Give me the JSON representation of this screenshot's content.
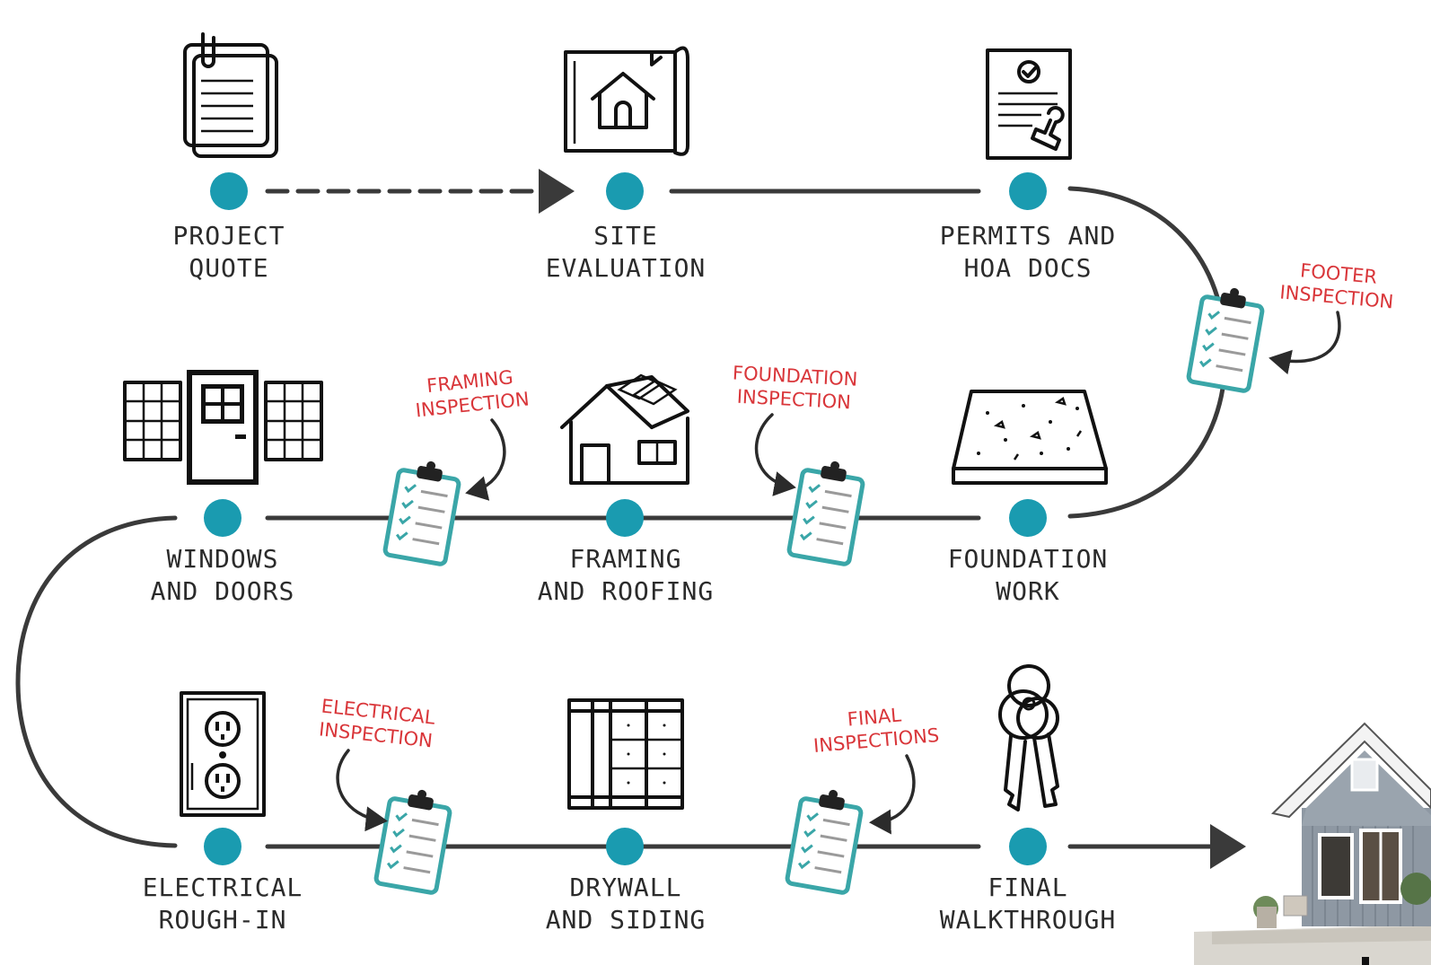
{
  "colors": {
    "node": "#1a9bb0",
    "path": "#3a3a3a",
    "inspection_text": "#d9363a",
    "clipboard_outline": "#3aa6a8"
  },
  "steps": [
    {
      "line1": "PROJECT",
      "line2": "QUOTE",
      "icon": "document-stack-icon"
    },
    {
      "line1": "SITE",
      "line2": "EVALUATION",
      "icon": "blueprint-house-icon"
    },
    {
      "line1": "PERMITS AND",
      "line2": "HOA DOCS",
      "icon": "permit-stamp-icon"
    },
    {
      "line1": "WINDOWS",
      "line2": "AND DOORS",
      "icon": "window-door-icon"
    },
    {
      "line1": "FRAMING",
      "line2": "AND ROOFING",
      "icon": "house-roof-icon"
    },
    {
      "line1": "FOUNDATION",
      "line2": "WORK",
      "icon": "concrete-slab-icon"
    },
    {
      "line1": "ELECTRICAL",
      "line2": "ROUGH-IN",
      "icon": "outlet-icon"
    },
    {
      "line1": "DRYWALL",
      "line2": "AND SIDING",
      "icon": "drywall-frame-icon"
    },
    {
      "line1": "FINAL",
      "line2": "WALKTHROUGH",
      "icon": "keys-icon"
    }
  ],
  "inspections": [
    {
      "line1": "FOOTER",
      "line2": "INSPECTION"
    },
    {
      "line1": "FRAMING",
      "line2": "INSPECTION"
    },
    {
      "line1": "FOUNDATION",
      "line2": "INSPECTION"
    },
    {
      "line1": "ELECTRICAL",
      "line2": "INSPECTION"
    },
    {
      "line1": "FINAL",
      "line2": "INSPECTIONS"
    }
  ],
  "final_image": "finished-house-icon"
}
